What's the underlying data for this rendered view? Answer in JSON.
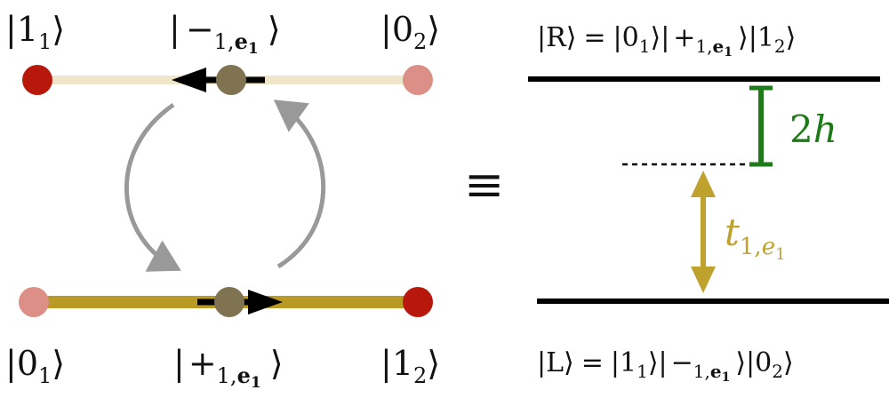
{
  "colors": {
    "upper_bond": "#efe6c9",
    "lower_bond": "#b89a25",
    "site_filled": "#b8180c",
    "site_empty": "#dc8f86",
    "particle": "#7f7352",
    "curve_arrow": "#999999",
    "gap_marker": "#1f7a1a",
    "tunnel_marker": "#bfa22e"
  },
  "left_chain": {
    "top": {
      "left_label": {
        "open": "|",
        "symbol": "1",
        "sub": "1",
        "close": "⟩"
      },
      "mid_label": {
        "open": "|",
        "symbol": "−",
        "sub": "1,",
        "sub_bold": "e",
        "sub_bold_sub": "1",
        "close": "⟩"
      },
      "right_label": {
        "open": "|",
        "symbol": "0",
        "sub": "2",
        "close": "⟩"
      }
    },
    "bottom": {
      "left_label": {
        "open": "|",
        "symbol": "0",
        "sub": "1",
        "close": "⟩"
      },
      "mid_label": {
        "open": "|",
        "symbol": "+",
        "sub": "1,",
        "sub_bold": "e",
        "sub_bold_sub": "1",
        "close": "⟩"
      },
      "right_label": {
        "open": "|",
        "symbol": "1",
        "sub": "2",
        "close": "⟩"
      }
    }
  },
  "equiv": "≡",
  "levels": {
    "upper_eq": {
      "ket": "|R⟩",
      "eq": "=",
      "parts": [
        "|0",
        "1",
        "⟩|",
        "+",
        "1,",
        "e",
        "1",
        "⟩|1",
        "2",
        "⟩"
      ]
    },
    "lower_eq": {
      "ket": "|L⟩",
      "eq": "=",
      "parts": [
        "|1",
        "1",
        "⟩|",
        "−",
        "1,",
        "e",
        "1",
        "⟩|0",
        "2",
        "⟩"
      ]
    },
    "gap_label": {
      "main": "2",
      "italic": "h"
    },
    "tunnel_label": {
      "main": "t",
      "sub": "1,",
      "sub_italic": "e",
      "sub_sub": "1"
    }
  }
}
